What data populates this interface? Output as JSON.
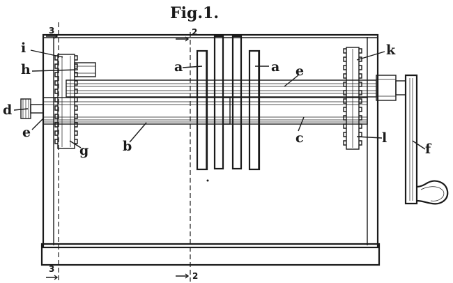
{
  "figure": {
    "title": "Fig.1."
  },
  "labels": {
    "i": "i",
    "h": "h",
    "d": "d",
    "e_left": "e",
    "g": "g",
    "b": "b",
    "a_left": "a",
    "a_right": "a",
    "e_right": "e",
    "c": "c",
    "k": "k",
    "l": "l",
    "f": "f"
  },
  "section_marks": {
    "top_3": "3",
    "top_2": "2",
    "bottom_3": "3",
    "bottom_2": "2"
  }
}
